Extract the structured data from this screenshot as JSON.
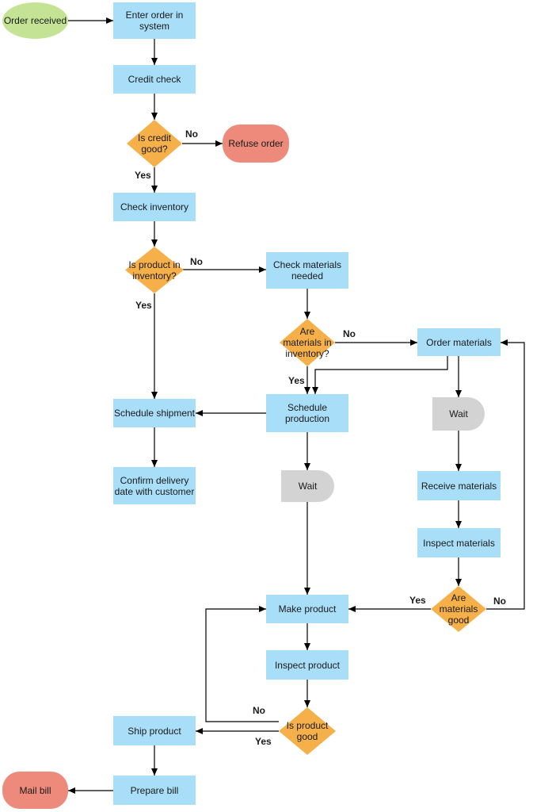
{
  "nodes": {
    "order_received": "Order received",
    "enter_order": "Enter order in system",
    "credit_check": "Credit check",
    "is_credit_good": "Is credit good?",
    "refuse_order": "Refuse order",
    "check_inventory": "Check inventory",
    "is_product_in_inventory": "Is product in inventory?",
    "check_materials_needed": "Check materials needed",
    "are_materials_in_inventory": "Are materials in inventory?",
    "order_materials": "Order materials",
    "wait_materials": "Wait",
    "receive_materials": "Receive materials",
    "inspect_materials": "Inspect materials",
    "are_materials_good": "Are materials good",
    "schedule_shipment": "Schedule shipment",
    "schedule_production": "Schedule production",
    "confirm_delivery": "Confirm delivery date with customer",
    "wait_production": "Wait",
    "make_product": "Make product",
    "inspect_product": "Inspect product",
    "is_product_good": "Is product good",
    "ship_product": "Ship product",
    "prepare_bill": "Prepare bill",
    "mail_bill": "Mail bill"
  },
  "edge_labels": {
    "credit_no": "No",
    "credit_yes": "Yes",
    "inventory_no": "No",
    "inventory_yes": "Yes",
    "materials_no": "No",
    "materials_yes": "Yes",
    "good_materials_yes": "Yes",
    "good_materials_no": "No",
    "product_good_no": "No",
    "product_good_yes": "Yes"
  },
  "colors": {
    "process": "#a9def9",
    "decision": "#f5b04a",
    "start": "#c4e394",
    "end": "#ee8a7c",
    "wait": "#d3d3d3",
    "line": "#000000"
  }
}
